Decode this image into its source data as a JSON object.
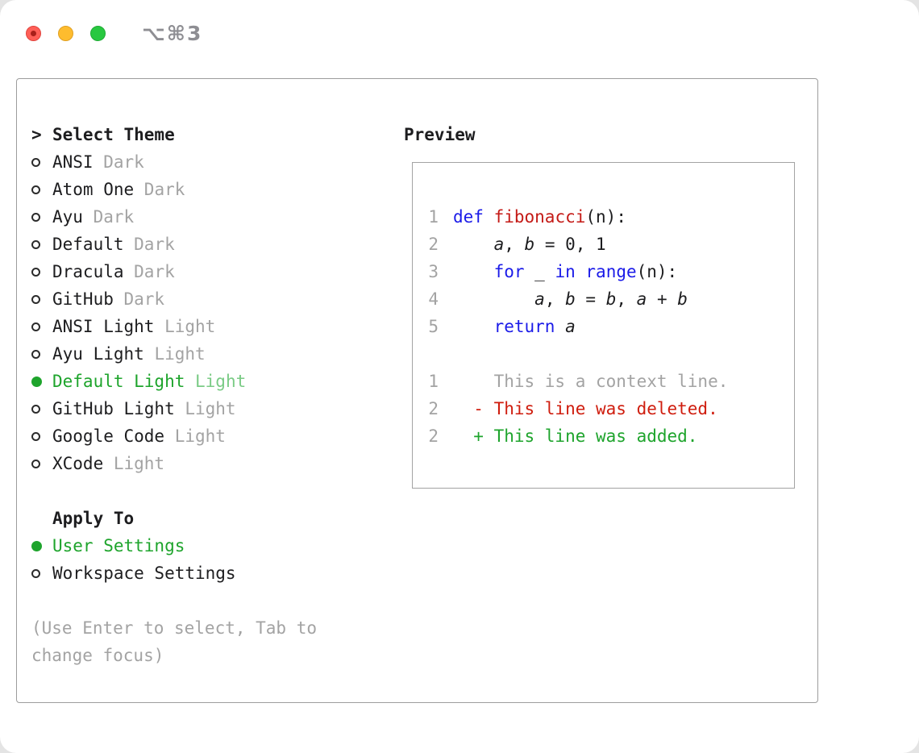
{
  "window": {
    "shortcut": "⌥⌘3"
  },
  "selector": {
    "prompt": ">",
    "title": "Select Theme",
    "themes": [
      {
        "name": "ANSI",
        "variant": "Dark",
        "selected": false
      },
      {
        "name": "Atom One",
        "variant": "Dark",
        "selected": false
      },
      {
        "name": "Ayu",
        "variant": "Dark",
        "selected": false
      },
      {
        "name": "Default",
        "variant": "Dark",
        "selected": false
      },
      {
        "name": "Dracula",
        "variant": "Dark",
        "selected": false
      },
      {
        "name": "GitHub",
        "variant": "Dark",
        "selected": false
      },
      {
        "name": "ANSI Light",
        "variant": "Light",
        "selected": false
      },
      {
        "name": "Ayu Light",
        "variant": "Light",
        "selected": false
      },
      {
        "name": "Default Light",
        "variant": "Light",
        "selected": true
      },
      {
        "name": "GitHub Light",
        "variant": "Light",
        "selected": false
      },
      {
        "name": "Google Code",
        "variant": "Light",
        "selected": false
      },
      {
        "name": "XCode",
        "variant": "Light",
        "selected": false
      }
    ],
    "apply_title": "Apply To",
    "apply_options": [
      {
        "label": "User Settings",
        "selected": true
      },
      {
        "label": "Workspace Settings",
        "selected": false
      }
    ],
    "hint": "(Use Enter to select, Tab to change focus)"
  },
  "preview": {
    "title": "Preview",
    "code_lines": [
      {
        "num": "1",
        "tokens": [
          {
            "text": "def",
            "style": "keyword"
          },
          {
            "text": " ",
            "style": "plain"
          },
          {
            "text": "fibonacci",
            "style": "function"
          },
          {
            "text": "(n):",
            "style": "plain"
          }
        ]
      },
      {
        "num": "2",
        "tokens": [
          {
            "text": "    ",
            "style": "plain"
          },
          {
            "text": "a",
            "style": "variable"
          },
          {
            "text": ", ",
            "style": "plain"
          },
          {
            "text": "b",
            "style": "variable"
          },
          {
            "text": " = 0, 1",
            "style": "plain"
          }
        ]
      },
      {
        "num": "3",
        "tokens": [
          {
            "text": "    ",
            "style": "plain"
          },
          {
            "text": "for",
            "style": "keyword"
          },
          {
            "text": " _ ",
            "style": "plain"
          },
          {
            "text": "in",
            "style": "keyword"
          },
          {
            "text": " ",
            "style": "plain"
          },
          {
            "text": "range",
            "style": "keyword"
          },
          {
            "text": "(n):",
            "style": "plain"
          }
        ]
      },
      {
        "num": "4",
        "tokens": [
          {
            "text": "        ",
            "style": "plain"
          },
          {
            "text": "a",
            "style": "variable"
          },
          {
            "text": ", ",
            "style": "plain"
          },
          {
            "text": "b",
            "style": "variable"
          },
          {
            "text": " = ",
            "style": "plain"
          },
          {
            "text": "b",
            "style": "variable"
          },
          {
            "text": ", ",
            "style": "plain"
          },
          {
            "text": "a",
            "style": "variable"
          },
          {
            "text": " + ",
            "style": "plain"
          },
          {
            "text": "b",
            "style": "variable"
          }
        ]
      },
      {
        "num": "5",
        "tokens": [
          {
            "text": "    ",
            "style": "plain"
          },
          {
            "text": "return",
            "style": "keyword"
          },
          {
            "text": " ",
            "style": "plain"
          },
          {
            "text": "a",
            "style": "variable"
          }
        ]
      }
    ],
    "diff_lines": [
      {
        "num": "1",
        "prefix": "    ",
        "text": "This is a context line.",
        "type": "context"
      },
      {
        "num": "2",
        "prefix": "  - ",
        "text": "This line was deleted.",
        "type": "deleted"
      },
      {
        "num": "2",
        "prefix": "  + ",
        "text": "This line was added.",
        "type": "added"
      }
    ]
  },
  "colors": {
    "text": "#1d1d1f",
    "muted": "#a3a3a3",
    "selected": "#1ea42c",
    "selected_variant": "#7acb85",
    "keyword": "#1b1be8",
    "function": "#c41a16",
    "deleted": "#cf1d0e",
    "added": "#1ea42c"
  }
}
